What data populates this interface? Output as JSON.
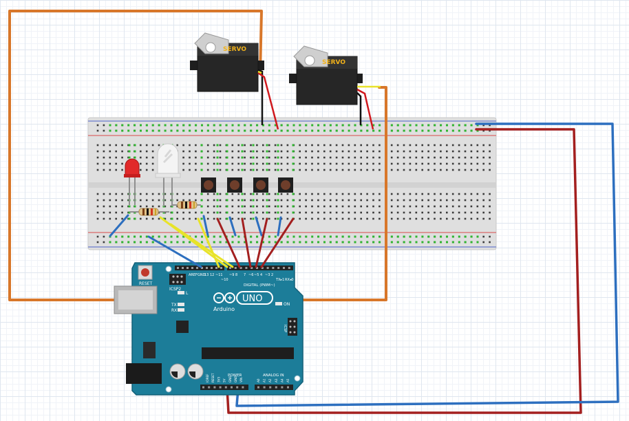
{
  "servo": {
    "label": "SERVO"
  },
  "arduino": {
    "logo_text": "Arduino",
    "model": "UNO",
    "on_label": "ON",
    "reset_label": "RESET",
    "icsp2_label": "ICSP2",
    "icsp_label": "ICSP",
    "digital_label": "DIGITAL (PWM~)",
    "power_label": "POWER",
    "analog_label": "ANALOG IN",
    "l_label": "L",
    "tx_label": "TX",
    "rx_label": "RX",
    "aref_label": "AREF",
    "gnd_label": "GND",
    "pin13_label": "13",
    "pin12_label": "12",
    "pin11_label": "~11",
    "pin10_label": "~10",
    "pin9_label": "~9",
    "pin8_label": "8",
    "pin7_label": "7",
    "pin6_label": "~6",
    "pin5_label": "~5",
    "pin4_label": "4",
    "pin3_label": "~3",
    "pin2_label": "2",
    "tx1_label": "TX▸1",
    "rx0_label": "RX◂0",
    "power_pins": [
      "IOREF",
      "RESET",
      "3V3",
      "5V",
      "GND",
      "GND",
      "VIN"
    ],
    "analog_pins": [
      "A0",
      "A1",
      "A2",
      "A3",
      "A4",
      "A5"
    ]
  },
  "colors": {
    "wire_orange": "#d8772a",
    "wire_red": "#a31f1f",
    "wire_blue": "#2d6fbf",
    "wire_yellow": "#e8e32a",
    "board_teal": "#1c7d99",
    "led_red": "#e12a2a"
  },
  "components": [
    "servo-motor",
    "servo-motor",
    "breadboard",
    "red-led",
    "white-led",
    "resistor",
    "resistor",
    "pushbutton",
    "pushbutton",
    "pushbutton",
    "pushbutton",
    "arduino-uno"
  ]
}
